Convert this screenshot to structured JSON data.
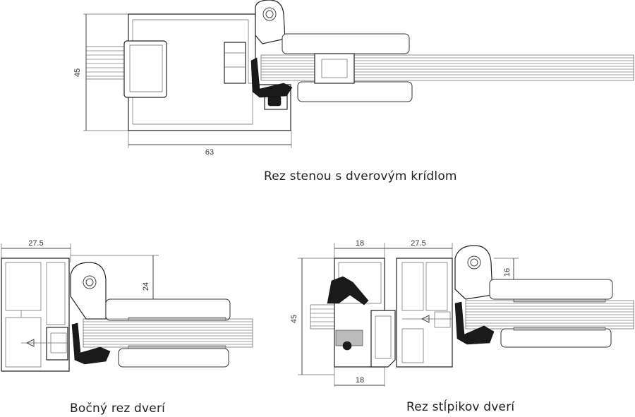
{
  "captions": {
    "top": "Rez stenou s dverovým krídlom",
    "bottom_left": "Bočný rez dverí",
    "bottom_right": "Rez stĺpikov dverí"
  },
  "dimensions": {
    "top_height": "45",
    "top_width": "63",
    "bl_width": "27.5",
    "bl_glass_offset": "24",
    "br_width_left": "18",
    "br_width_right": "27.5",
    "br_height": "45",
    "br_glass_offset": "16",
    "br_bottom_width": "18"
  }
}
